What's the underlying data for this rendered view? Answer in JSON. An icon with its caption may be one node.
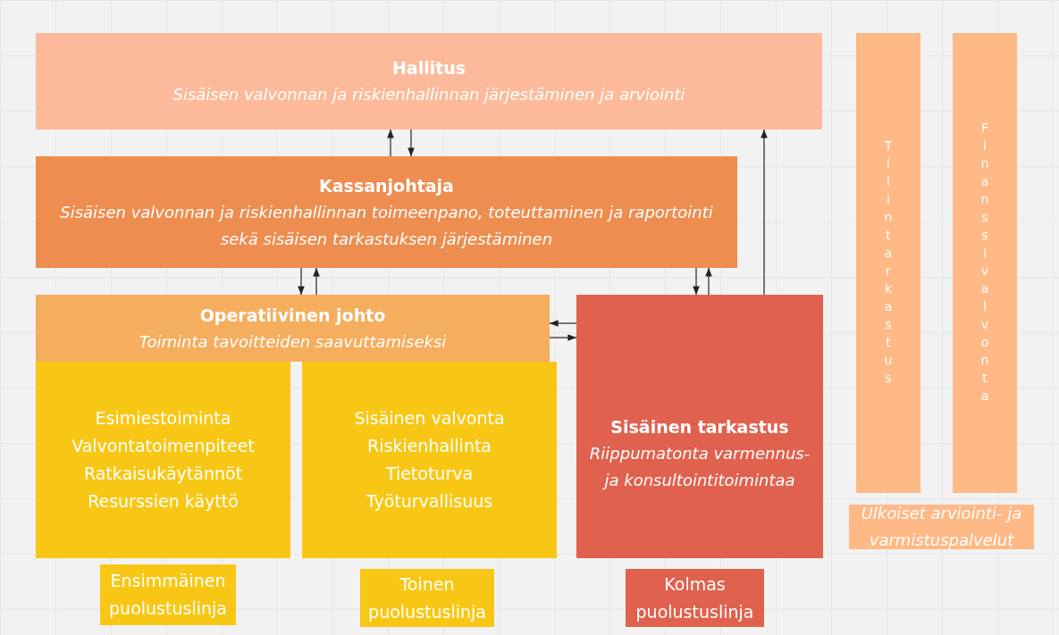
{
  "diagram": {
    "nodes": [
      {
        "text": [
          "Hallitus",
          "Sisäisen valvonnan ja riskienhallinnan järjestäminen ja arviointi"
        ]
      },
      {
        "text": [
          "Kassanjohtaja",
          "Sisäisen valvonnan ja riskienhallinnan toimeenpano, toteuttaminen ja raportointi sekä sisäisen tarkastuksen järjestäminen"
        ]
      },
      {
        "text": [
          "Operatiivinen johto",
          "Toiminta tavoitteiden saavuttamiseksi"
        ]
      },
      {
        "text": [
          "Esimiestoiminta",
          "Valvontatoimenpiteet",
          "Ratkaisukäytännöt",
          "Resurssien käyttö"
        ]
      },
      {
        "text": [
          "Sisäinen valvonta",
          "Riskienhallinta",
          "Tietoturva",
          "Työturvallisuus"
        ]
      },
      {
        "text": [
          "Sisäinen tarkastus",
          "Riippumatonta varmennus- ja konsultointitoimintaa"
        ]
      },
      {
        "text": [
          "Tilintarkastus"
        ]
      },
      {
        "text": [
          "Finanssivalvonta"
        ]
      },
      {
        "text": [
          "Ulkoiset arviointi- ja varmistuspalvelut"
        ]
      },
      {
        "text": [
          "Ensimmäinen puolustuslinja"
        ]
      },
      {
        "text": [
          "Toinen puolustuslinja"
        ]
      },
      {
        "text": [
          "Kolmas puolustuslinja"
        ]
      }
    ],
    "edges": [
      {
        "from": 1,
        "to": 0,
        "arrow": "to"
      },
      {
        "from": 0,
        "to": 1,
        "arrow": "to"
      },
      {
        "from": 1,
        "to": 2,
        "arrow": "to"
      },
      {
        "from": 2,
        "to": 1,
        "arrow": "to"
      },
      {
        "from": 5,
        "to": 2,
        "arrow": "to"
      },
      {
        "from": 2,
        "to": 5,
        "arrow": "to"
      },
      {
        "from": 1,
        "to": 5,
        "arrow": "to"
      },
      {
        "from": 5,
        "to": 1,
        "arrow": "to"
      },
      {
        "from": 5,
        "to": 0,
        "arrow": "to"
      }
    ]
  }
}
